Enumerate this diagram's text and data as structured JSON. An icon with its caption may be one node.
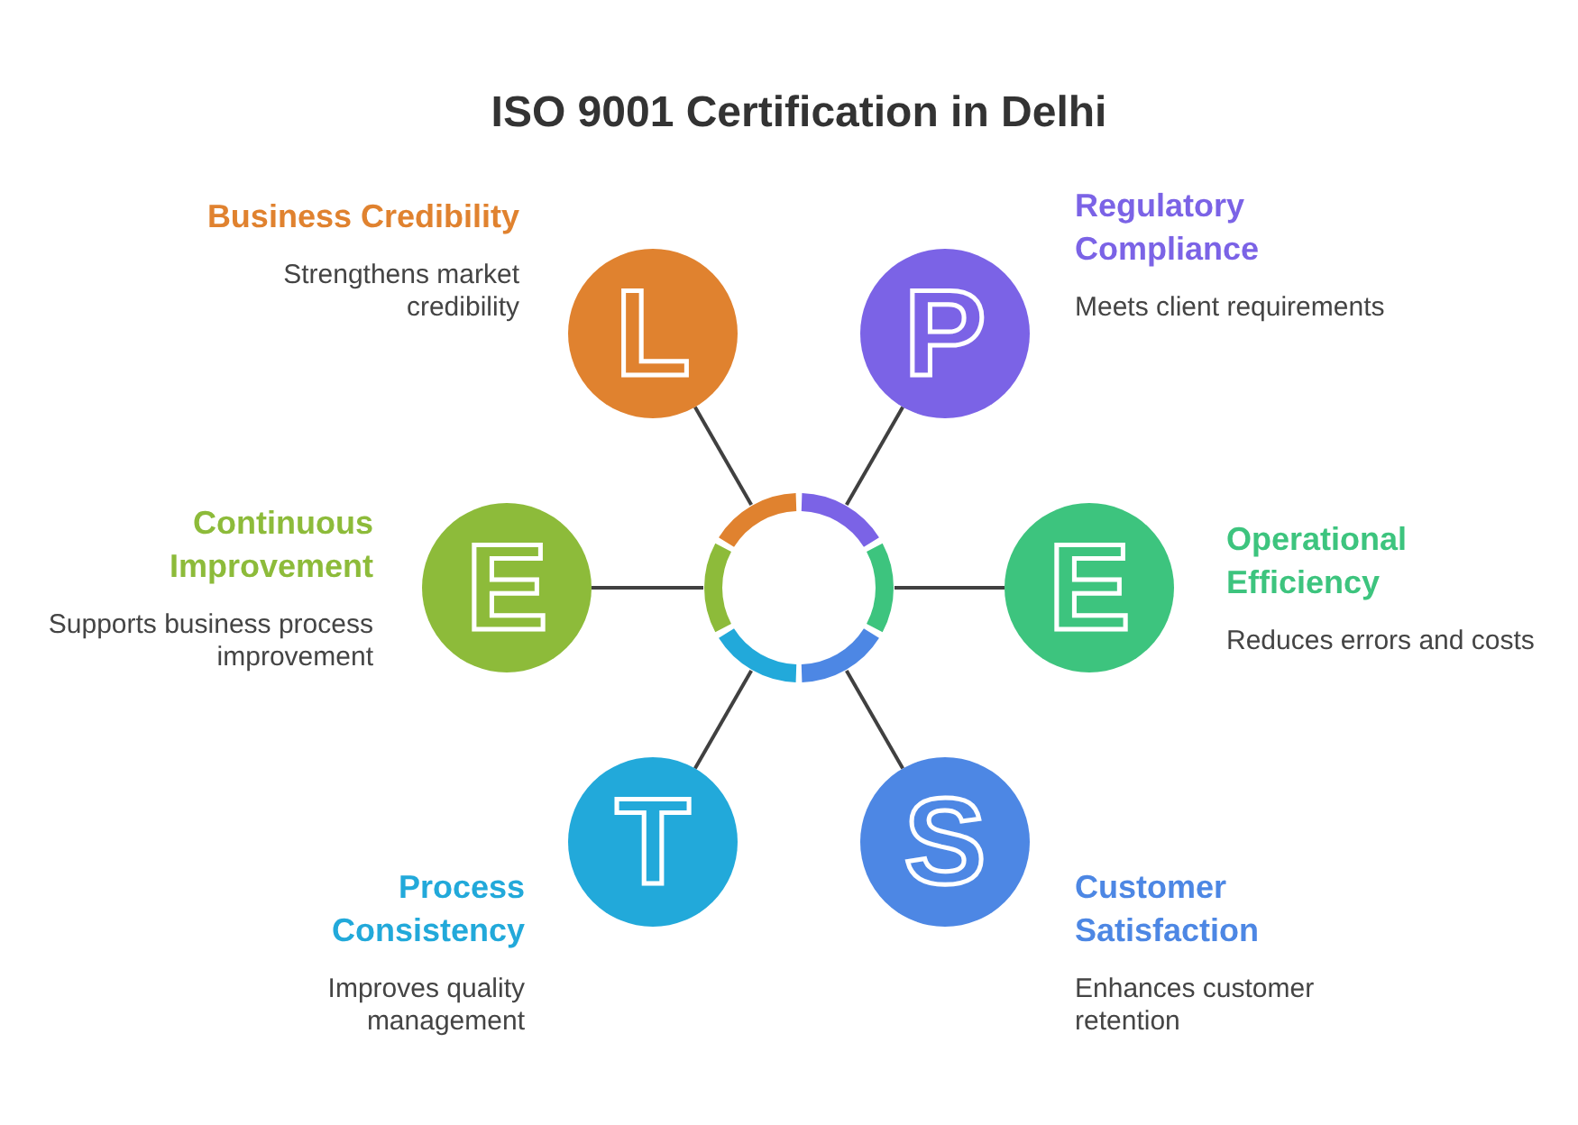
{
  "diagram": {
    "title": "ISO 9001 Certification in Delhi",
    "nodes": [
      {
        "text": [
          "L"
        ],
        "beside": [
          "Business Credibility",
          "Strengthens market credibility"
        ]
      },
      {
        "text": [
          "P"
        ],
        "beside": [
          "Regulatory Compliance",
          "Meets client requirements"
        ]
      },
      {
        "text": [
          "E"
        ],
        "beside": [
          "Continuous Improvement",
          "Supports business process improvement"
        ]
      },
      {
        "text": [],
        "shape": "circle"
      },
      {
        "text": [
          "E"
        ],
        "beside": [
          "Operational Efficiency",
          "Reduces errors and costs"
        ]
      },
      {
        "text": [
          "T"
        ],
        "beside": [
          "Process Consistency",
          "Improves quality management"
        ]
      },
      {
        "text": [
          "S"
        ],
        "beside": [
          "Customer Satisfaction",
          "Enhances customer retention"
        ]
      }
    ],
    "edges": [
      {
        "from": 3,
        "to": 0,
        "arrow": "none"
      },
      {
        "from": 3,
        "to": 1,
        "arrow": "none"
      },
      {
        "from": 3,
        "to": 2,
        "arrow": "none"
      },
      {
        "from": 3,
        "to": 4,
        "arrow": "none"
      },
      {
        "from": 3,
        "to": 5,
        "arrow": "none"
      },
      {
        "from": 3,
        "to": 6,
        "arrow": "none"
      }
    ]
  }
}
